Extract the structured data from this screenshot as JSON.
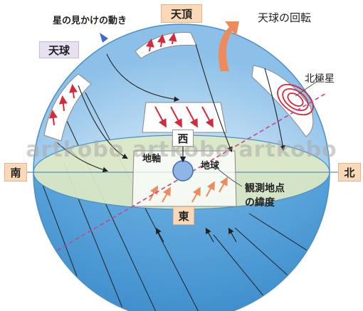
{
  "labels": {
    "star_motion": "星の見かけの動き",
    "zenith": "天頂",
    "sky": "天球",
    "sky_rotation": "天球の回転",
    "polaris": "北極星",
    "south": "南",
    "north": "北",
    "west": "西",
    "east": "東",
    "earth_axis": "地軸",
    "earth": "地球",
    "latitude_line1": "観測地点",
    "latitude_line2": "の緯度",
    "watermark": "artkobo artkobo artkobo"
  },
  "colors": {
    "sky_blue": "#5aa5dc",
    "horizon_green": "#dde9c4",
    "star_arrow": "#d42a3a",
    "rotation_arrow": "#ee8a5c",
    "axis_dash": "#c4448e",
    "label_orange": "#fbd9b8",
    "label_lavender": "#e7e0f0"
  },
  "icons": {
    "pointer": "blue-triangle-pointer-icon",
    "rotation": "curved-rotation-arrow-icon",
    "earth": "earth-circle-icon"
  }
}
